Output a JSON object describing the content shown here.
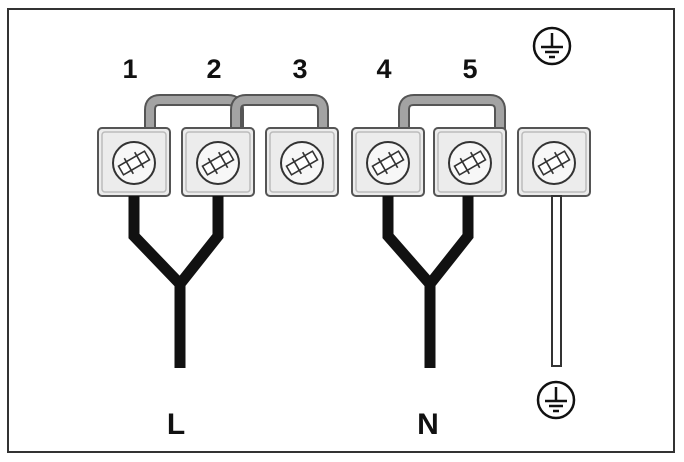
{
  "diagram": {
    "terminal_numbers": [
      "1",
      "2",
      "3",
      "4",
      "5"
    ],
    "line_label": "L",
    "neutral_label": "N",
    "colors": {
      "frame": "#333333",
      "terminal_fill": "#ececec",
      "terminal_stroke": "#555555",
      "bridge": "#a3a3a3",
      "bridge_outline": "#555555",
      "wire": "#111111",
      "screw_fill": "#f7f7f7"
    },
    "icons": [
      "ground-icon",
      "screw-icon"
    ]
  }
}
